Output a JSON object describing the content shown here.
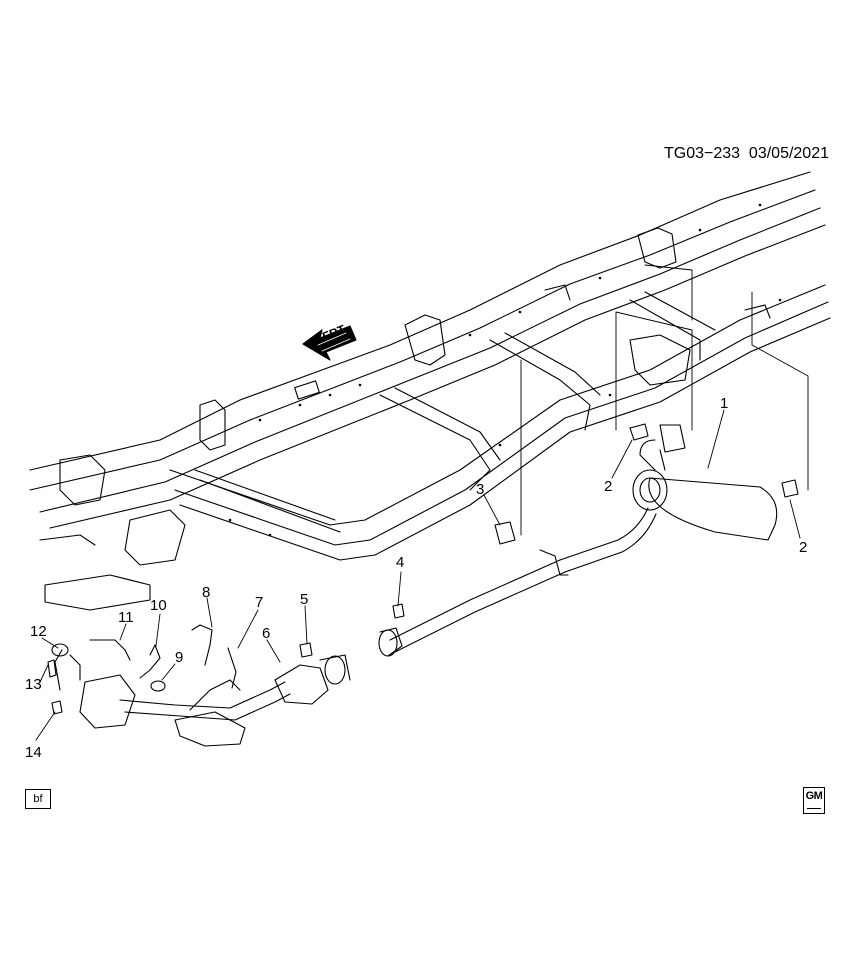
{
  "diagram": {
    "drawing_code": "TG03−233",
    "date": "03/05/2021",
    "direction_label": "FRT",
    "box_label": "bf",
    "logo_text": "GM",
    "callouts": [
      "1",
      "2",
      "2",
      "3",
      "4",
      "5",
      "6",
      "7",
      "8",
      "9",
      "10",
      "11",
      "12",
      "13",
      "14"
    ]
  },
  "colors": {
    "line": "#000000",
    "background": "#ffffff"
  }
}
